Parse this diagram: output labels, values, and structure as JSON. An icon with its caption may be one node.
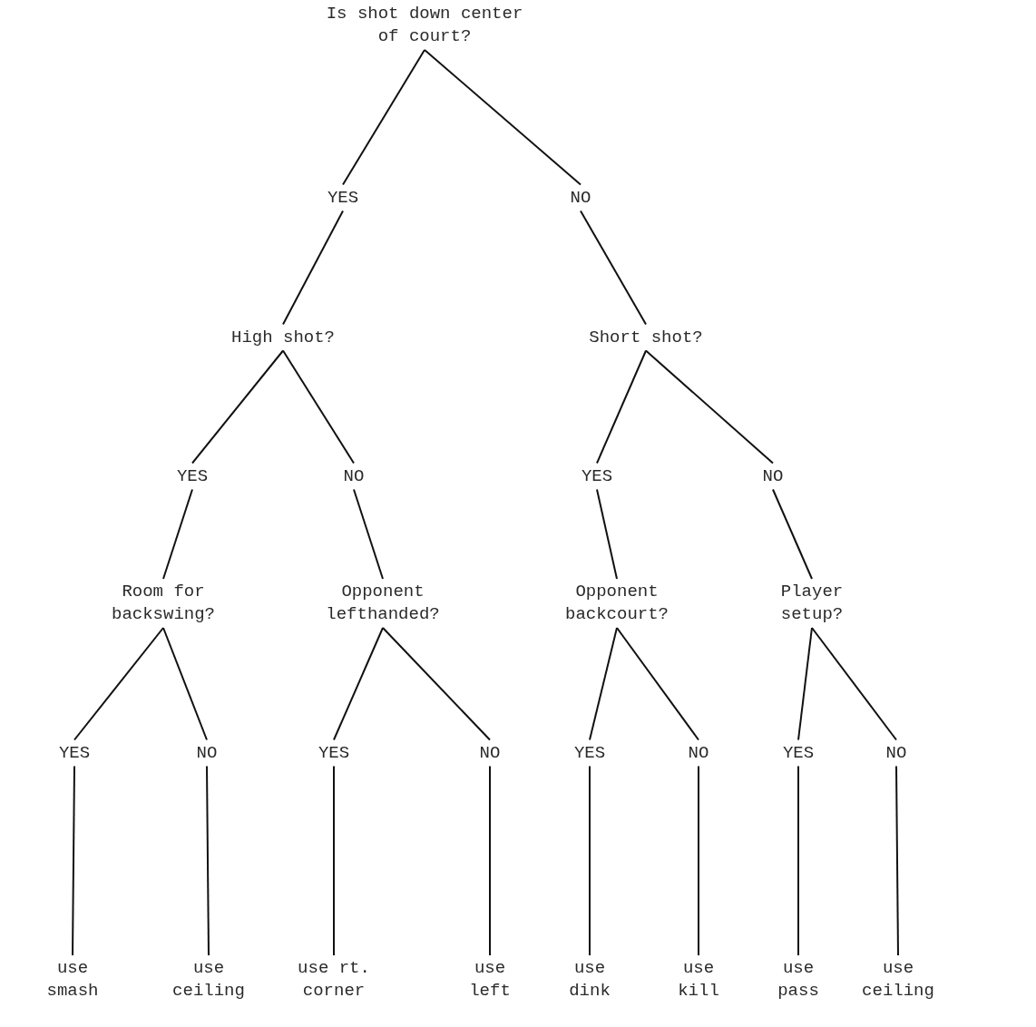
{
  "diagram": {
    "nodes": [
      {
        "text": [
          "Is shot down center of court?"
        ]
      },
      {
        "text": [
          "YES"
        ]
      },
      {
        "text": [
          "NO"
        ]
      },
      {
        "text": [
          "High shot?"
        ]
      },
      {
        "text": [
          "Short shot?"
        ]
      },
      {
        "text": [
          "YES"
        ]
      },
      {
        "text": [
          "NO"
        ]
      },
      {
        "text": [
          "YES"
        ]
      },
      {
        "text": [
          "NO"
        ]
      },
      {
        "text": [
          "Room for backswing?"
        ]
      },
      {
        "text": [
          "Opponent lefthanded?"
        ]
      },
      {
        "text": [
          "Opponent backcourt?"
        ]
      },
      {
        "text": [
          "Player setup?"
        ]
      },
      {
        "text": [
          "YES"
        ]
      },
      {
        "text": [
          "NO"
        ]
      },
      {
        "text": [
          "YES"
        ]
      },
      {
        "text": [
          "NO"
        ]
      },
      {
        "text": [
          "YES"
        ]
      },
      {
        "text": [
          "NO"
        ]
      },
      {
        "text": [
          "YES"
        ]
      },
      {
        "text": [
          "NO"
        ]
      },
      {
        "text": [
          "use smash"
        ]
      },
      {
        "text": [
          "use ceiling"
        ]
      },
      {
        "text": [
          "use rt. corner"
        ]
      },
      {
        "text": [
          "use left"
        ]
      },
      {
        "text": [
          "use dink"
        ]
      },
      {
        "text": [
          "use kill"
        ]
      },
      {
        "text": [
          "use pass"
        ]
      },
      {
        "text": [
          "use ceiling"
        ]
      }
    ],
    "edges": [
      {
        "from": 0,
        "to": 1,
        "arrow": "none"
      },
      {
        "from": 0,
        "to": 2,
        "arrow": "none"
      },
      {
        "from": 1,
        "to": 3,
        "arrow": "none"
      },
      {
        "from": 2,
        "to": 4,
        "arrow": "none"
      },
      {
        "from": 3,
        "to": 5,
        "arrow": "none"
      },
      {
        "from": 3,
        "to": 6,
        "arrow": "none"
      },
      {
        "from": 4,
        "to": 7,
        "arrow": "none"
      },
      {
        "from": 4,
        "to": 8,
        "arrow": "none"
      },
      {
        "from": 5,
        "to": 9,
        "arrow": "none"
      },
      {
        "from": 6,
        "to": 10,
        "arrow": "none"
      },
      {
        "from": 7,
        "to": 11,
        "arrow": "none"
      },
      {
        "from": 8,
        "to": 12,
        "arrow": "none"
      },
      {
        "from": 9,
        "to": 13,
        "arrow": "none"
      },
      {
        "from": 9,
        "to": 14,
        "arrow": "none"
      },
      {
        "from": 10,
        "to": 15,
        "arrow": "none"
      },
      {
        "from": 10,
        "to": 16,
        "arrow": "none"
      },
      {
        "from": 11,
        "to": 17,
        "arrow": "none"
      },
      {
        "from": 11,
        "to": 18,
        "arrow": "none"
      },
      {
        "from": 12,
        "to": 19,
        "arrow": "none"
      },
      {
        "from": 12,
        "to": 20,
        "arrow": "none"
      },
      {
        "from": 13,
        "to": 21,
        "arrow": "none"
      },
      {
        "from": 14,
        "to": 22,
        "arrow": "none"
      },
      {
        "from": 15,
        "to": 23,
        "arrow": "none"
      },
      {
        "from": 16,
        "to": 24,
        "arrow": "none"
      },
      {
        "from": 17,
        "to": 25,
        "arrow": "none"
      },
      {
        "from": 18,
        "to": 26,
        "arrow": "none"
      },
      {
        "from": 19,
        "to": 27,
        "arrow": "none"
      },
      {
        "from": 20,
        "to": 28,
        "arrow": "none"
      }
    ]
  }
}
